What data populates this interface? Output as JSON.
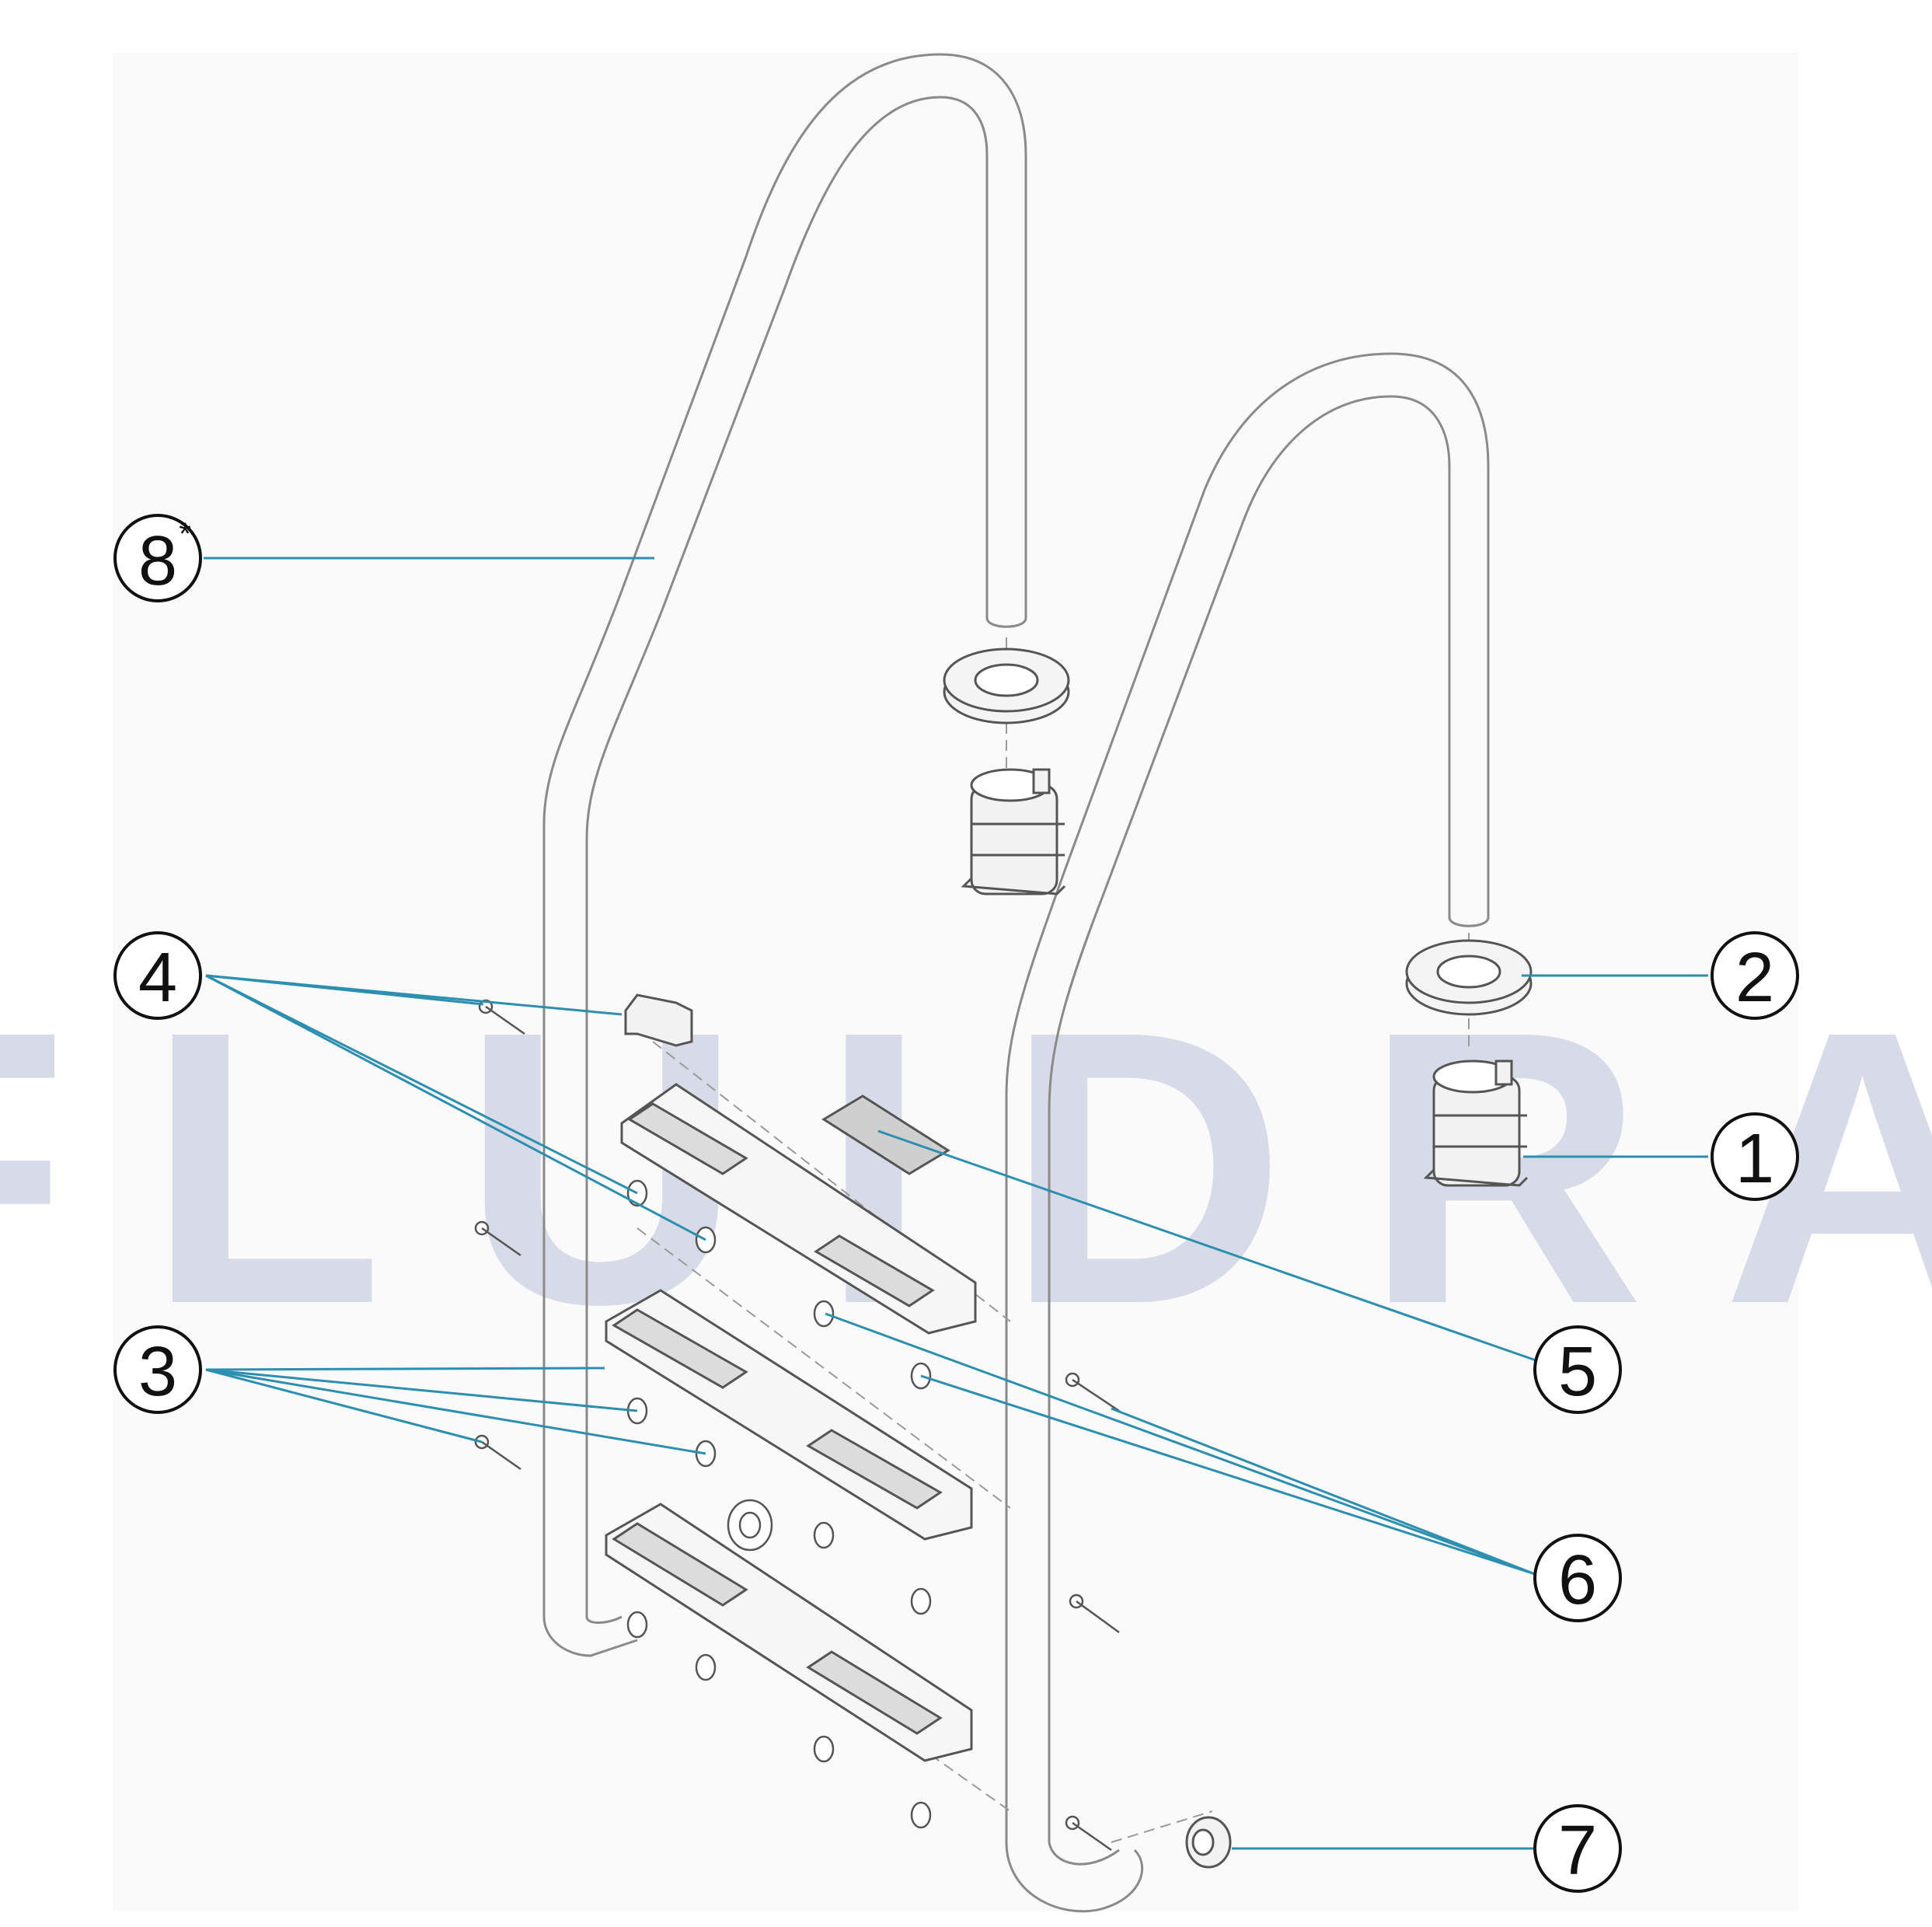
{
  "watermark": {
    "text": "FLUIDRA",
    "color": "#d7dbe8"
  },
  "colors": {
    "leader": "#2d8fb0",
    "outline": "#8a8a8a",
    "dark_outline": "#555555",
    "callout_stroke": "#111111",
    "background_panel": "#fafafa"
  },
  "callouts": [
    {
      "id": "1",
      "label": "1",
      "part": "anchor-socket"
    },
    {
      "id": "2",
      "label": "2",
      "part": "escutcheon-flange"
    },
    {
      "id": "3",
      "label": "3",
      "part": "step-fixing-set"
    },
    {
      "id": "4",
      "label": "4",
      "part": "top-step-fixing-set"
    },
    {
      "id": "5",
      "label": "5",
      "part": "anti-slip-pad"
    },
    {
      "id": "6",
      "label": "6",
      "part": "bolt-nut-washer-set"
    },
    {
      "id": "7",
      "label": "7",
      "part": "end-cap"
    },
    {
      "id": "8",
      "label": "8",
      "superscript": "*",
      "part": "handrail-tube"
    }
  ]
}
